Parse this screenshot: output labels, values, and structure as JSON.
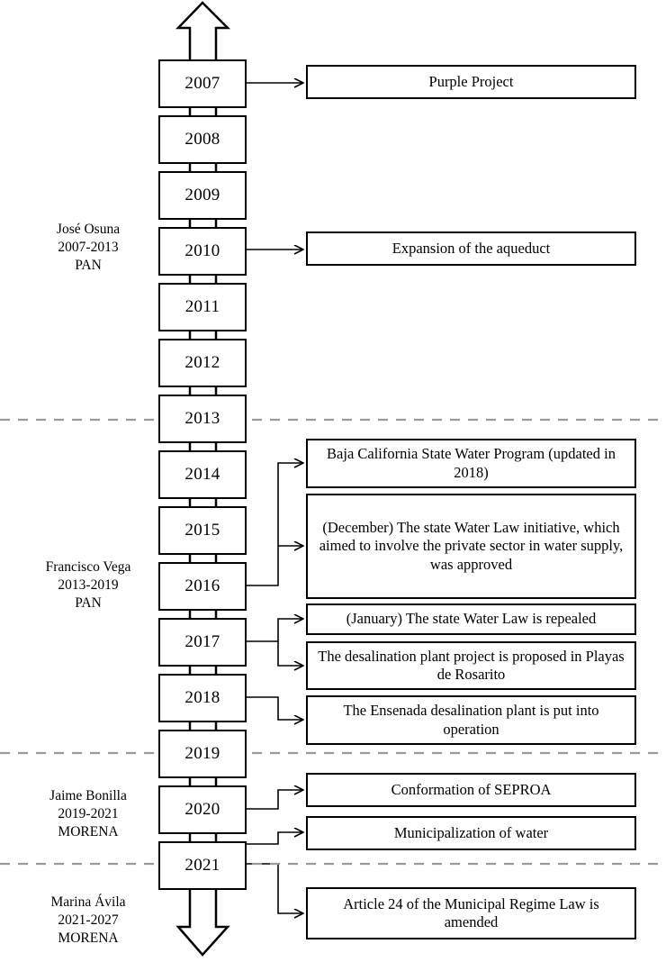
{
  "figure": {
    "kind": "timeline-flowchart",
    "orientation": "vertical",
    "stroke_color": "#000000",
    "divider_color": "#9a9a9a",
    "background": "#ffffff"
  },
  "timeline": {
    "top_arrow": "up-arrow",
    "bottom_arrow": "down-arrow",
    "years": [
      {
        "label": "2007"
      },
      {
        "label": "2008"
      },
      {
        "label": "2009"
      },
      {
        "label": "2010"
      },
      {
        "label": "2011"
      },
      {
        "label": "2012"
      },
      {
        "label": "2013"
      },
      {
        "label": "2014"
      },
      {
        "label": "2015"
      },
      {
        "label": "2016"
      },
      {
        "label": "2017"
      },
      {
        "label": "2018"
      },
      {
        "label": "2019"
      },
      {
        "label": "2020"
      },
      {
        "label": "2021"
      }
    ]
  },
  "governors": [
    {
      "name": "José Osuna",
      "term": "2007-2013",
      "party": "PAN"
    },
    {
      "name": "Francisco Vega",
      "term": "2013-2019",
      "party": "PAN"
    },
    {
      "name": "Jaime Bonilla",
      "term": "2019-2021",
      "party": "MORENA"
    },
    {
      "name": "Marina Ávila",
      "term": "2021-2027",
      "party": "MORENA"
    }
  ],
  "events": [
    {
      "id": "purple-project",
      "year": "2007",
      "text": "Purple Project"
    },
    {
      "id": "aqueduct-expansion",
      "year": "2010",
      "text": "Expansion of the aqueduct"
    },
    {
      "id": "state-water-program",
      "year": "2016",
      "text": "Baja California State Water Program (updated in 2018)"
    },
    {
      "id": "water-law-initiative",
      "year": "2016",
      "text": "(December) The state Water Law initiative, which aimed to involve the private sector in water supply, was approved"
    },
    {
      "id": "water-law-repealed",
      "year": "2017",
      "text": "(January) The state Water Law is repealed"
    },
    {
      "id": "rosarito-desalination",
      "year": "2017",
      "text": "The desalination plant project is proposed in Playas de Rosarito"
    },
    {
      "id": "ensenada-desalination",
      "year": "2018",
      "text": "The Ensenada desalination plant is put into operation"
    },
    {
      "id": "seproa",
      "year": "2020",
      "text": "Conformation of SEPROA"
    },
    {
      "id": "municipalization",
      "year": "2020",
      "text": "Municipalization of water"
    },
    {
      "id": "article-24",
      "year": "2021",
      "text": "Article 24 of the Municipal Regime Law is amended"
    }
  ]
}
